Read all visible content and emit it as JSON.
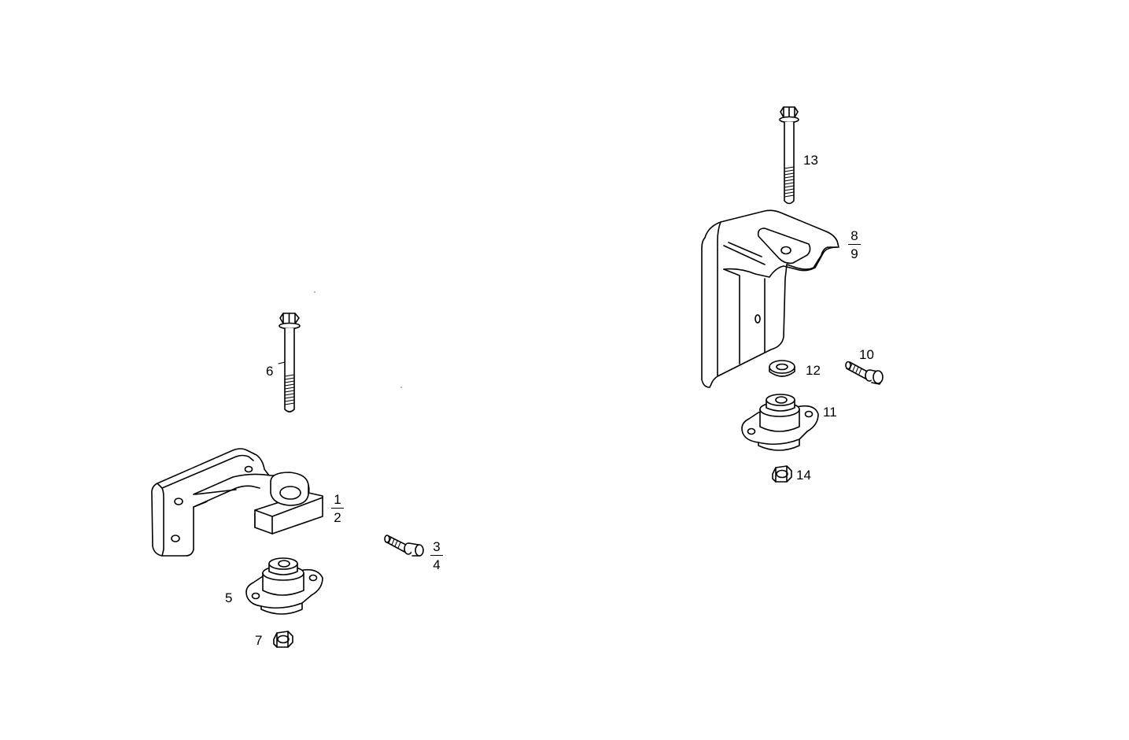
{
  "callouts": {
    "c1_2": {
      "top": "1",
      "bottom": "2"
    },
    "c3_4": {
      "top": "3",
      "bottom": "4"
    },
    "c5": "5",
    "c6": "6",
    "c7": "7",
    "c8_9": {
      "top": "8",
      "bottom": "9"
    },
    "c10": "10",
    "c11": "11",
    "c12": "12",
    "c13": "13",
    "c14": "14"
  },
  "colors": {
    "line": "#000000",
    "background": "#ffffff"
  }
}
